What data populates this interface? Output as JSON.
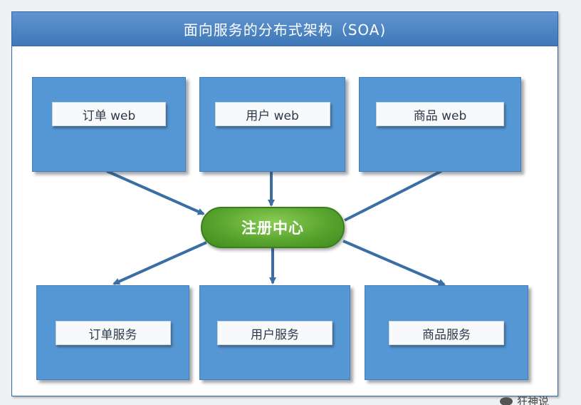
{
  "diagram": {
    "title": "面向服务的分布式架构（SOA)",
    "web_boxes": [
      {
        "label": "订单 web"
      },
      {
        "label": "用户 web"
      },
      {
        "label": "商品 web"
      }
    ],
    "hub": {
      "label": "注册中心"
    },
    "service_boxes": [
      {
        "label": "订单服务"
      },
      {
        "label": "用户服务"
      },
      {
        "label": "商品服务"
      }
    ]
  },
  "watermark": {
    "text": "狂神说",
    "icon": "wechat-icon"
  },
  "colors": {
    "title_bar": "#4a84c4",
    "box_fill": "#5597d5",
    "hub_fill": "#5aa52e",
    "arrow": "#3a6ea5",
    "label_bg": "#f7f9fb"
  }
}
